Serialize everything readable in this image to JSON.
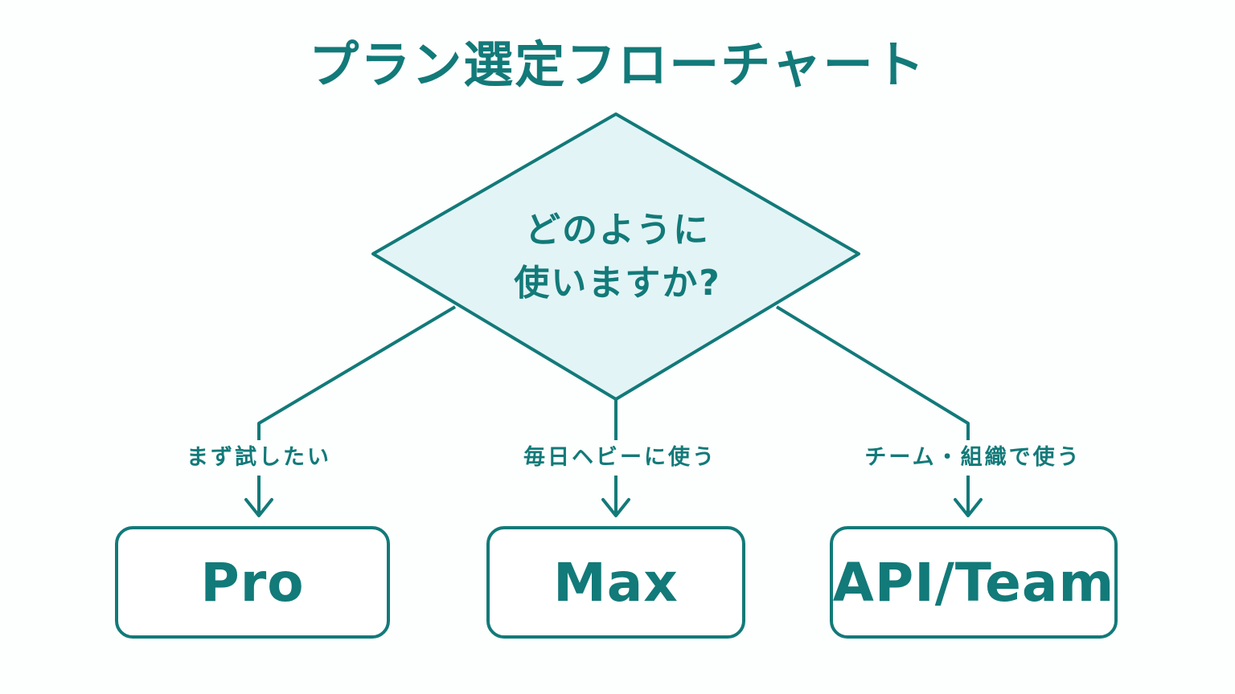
{
  "title": "プラン選定フローチャート",
  "question": {
    "line1": "どのように",
    "line2": "使いますか?"
  },
  "branches": [
    {
      "condition": "まず試したい",
      "plan": "Pro"
    },
    {
      "condition": "毎日ヘビーに使う",
      "plan": "Max"
    },
    {
      "condition": "チーム・組織で使う",
      "plan": "API/Team"
    }
  ],
  "colors": {
    "stroke": "#127a79",
    "text": "#127a79",
    "diamond_fill": "#e3f4f6",
    "box_fill": "#ffffff",
    "background": "#fdfefe"
  }
}
